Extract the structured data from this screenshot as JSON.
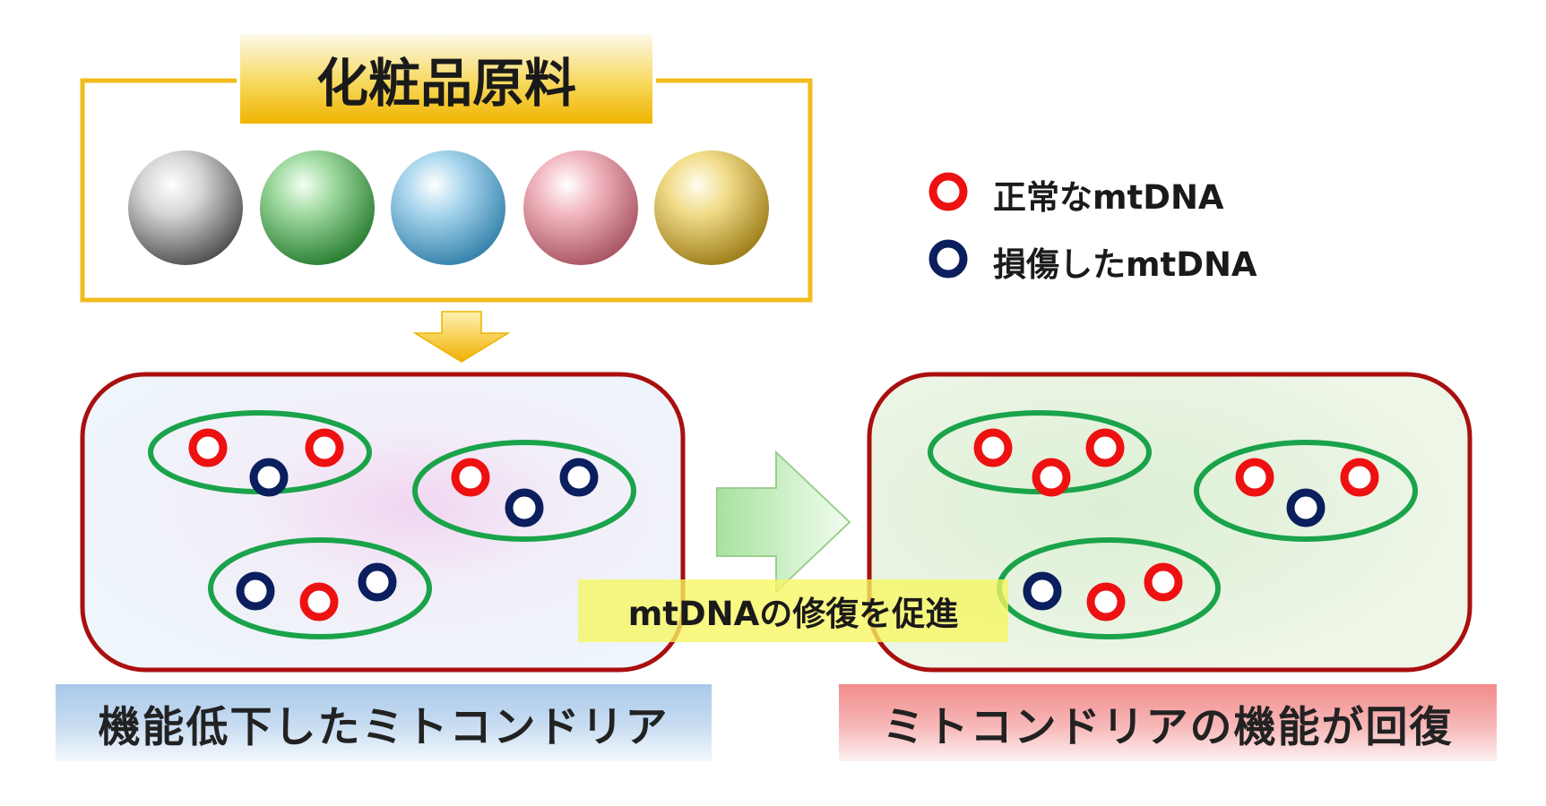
{
  "title": "化粧品原料",
  "colors": {
    "normal_mtdna": "#ee1111",
    "damaged_mtdna": "#0b1f5e",
    "mito_outline": "#1aa34a",
    "cell_outline": "#aa0f0f",
    "frame": "#f0bc1e"
  },
  "legend": {
    "normal": "正常なmtDNA",
    "damaged": "損傷したmtDNA"
  },
  "process_label": "mtDNAの修復を促進",
  "left_caption": "機能低下したミトコンドリア",
  "right_caption": "ミトコンドリアの機能が回復",
  "spheres": [
    "silver",
    "green",
    "light-blue",
    "pink",
    "gold"
  ],
  "left_cell": {
    "mitochondria": [
      {
        "rings": [
          "normal",
          "damaged",
          "normal"
        ]
      },
      {
        "rings": [
          "normal",
          "damaged",
          "damaged"
        ]
      },
      {
        "rings": [
          "damaged",
          "normal",
          "damaged"
        ]
      }
    ]
  },
  "right_cell": {
    "mitochondria": [
      {
        "rings": [
          "normal",
          "normal",
          "normal"
        ]
      },
      {
        "rings": [
          "normal",
          "damaged",
          "normal"
        ]
      },
      {
        "rings": [
          "damaged",
          "normal",
          "normal"
        ]
      }
    ]
  }
}
